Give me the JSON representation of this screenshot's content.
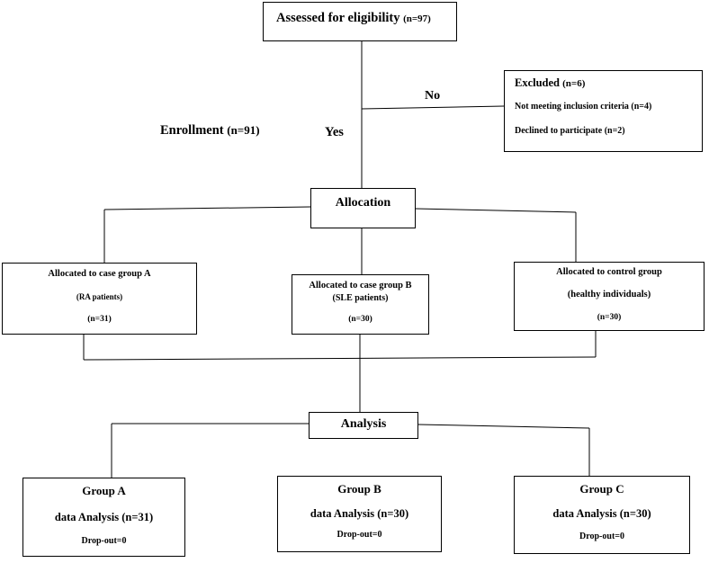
{
  "assessed": {
    "label": "Assessed for eligibility",
    "n": "(n=97)"
  },
  "no_label": "No",
  "yes_label": "Yes",
  "enrollment": {
    "label": "Enrollment",
    "n": "(n=91)"
  },
  "excluded": {
    "title": {
      "label": "Excluded",
      "n": "(n=6)"
    },
    "reason1": "Not meeting inclusion criteria (n=4)",
    "reason2": "Declined to participate (n=2)"
  },
  "allocation": "Allocation",
  "group_a_alloc": {
    "line1": "Allocated to case group A",
    "line2": "(RA patients)",
    "line3": "(n=31)"
  },
  "group_b_alloc": {
    "line1": "Allocated to case group B",
    "line2": "(SLE patients)",
    "line3": "(n=30)"
  },
  "control_alloc": {
    "line1": "Allocated to control group",
    "line2": "(healthy individuals)",
    "line3": "(n=30)"
  },
  "analysis": "Analysis",
  "group_a": {
    "title": "Group A",
    "analysis": "data Analysis (n=31)",
    "dropout": "Drop-out=0"
  },
  "group_b": {
    "title": "Group B",
    "analysis": "data Analysis (n=30)",
    "dropout": "Drop-out=0"
  },
  "group_c": {
    "title": "Group C",
    "analysis": "data Analysis (n=30)",
    "dropout": "Drop-out=0"
  }
}
